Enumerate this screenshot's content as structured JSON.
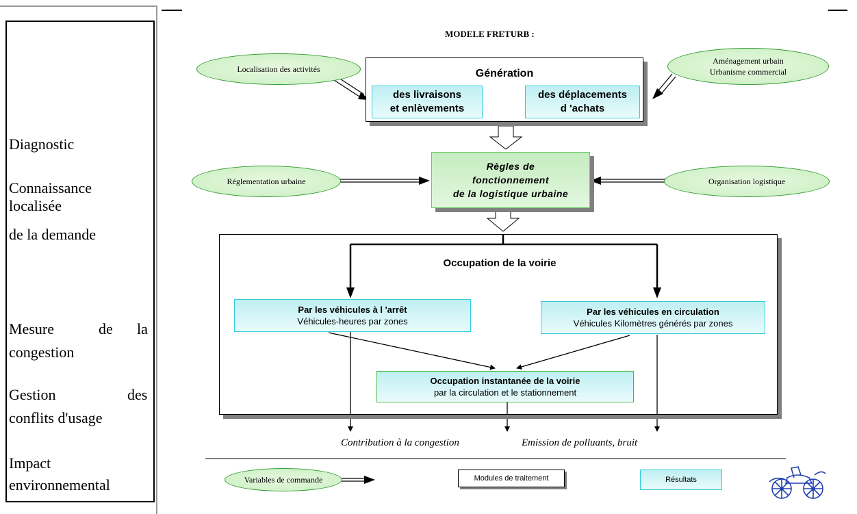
{
  "left_panel": {
    "labels": [
      "Diagnostic",
      "Connaissance",
      "localisée",
      "de la demande",
      "Mesure",
      "de",
      "la",
      "congestion",
      "Gestion",
      "des",
      "conflits d'usage",
      "Impact",
      "environnemental"
    ]
  },
  "diagram": {
    "title": "MODELE FRETURB :",
    "inputs": {
      "localisation": "Localisation des activités",
      "amenagement_line1": "Aménagement urbain",
      "amenagement_line2": "Urbanisme commercial",
      "reglementation": "Réglementation urbaine",
      "organisation": "Organisation logistique"
    },
    "generation": {
      "title": "Génération",
      "livraisons_line1": "des livraisons",
      "livraisons_line2": "et enlèvements",
      "deplacements_line1": "des déplacements",
      "deplacements_line2": "d 'achats"
    },
    "regles": {
      "line1": "Règles de",
      "line2": "fonctionnement",
      "line3": "de la logistique urbaine"
    },
    "occupation": {
      "title": "Occupation de la voirie",
      "arret_title": "Par les véhicules à l 'arrêt",
      "arret_sub": "Véhicules-heures par zones",
      "circulation_title": "Par les véhicules en circulation",
      "circulation_sub": "Véhicules Kilomètres générés par zones",
      "instant_title": "Occupation instantanée de la voirie",
      "instant_sub": "par la circulation et le stationnement"
    },
    "outputs": {
      "congestion": "Contribution à la congestion",
      "emission": "Emission de polluants, bruit"
    },
    "legend": {
      "variables": "Variables de commande",
      "modules": "Modules de traitement",
      "resultats": "Résultats",
      "logo_icon": "carriage-icon"
    }
  }
}
